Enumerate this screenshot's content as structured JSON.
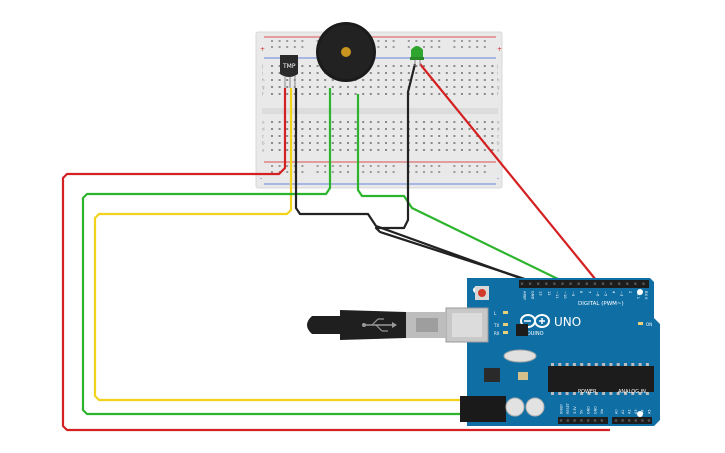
{
  "breadboard": {
    "columns": 30,
    "rows_top": [
      "j",
      "i",
      "h",
      "g",
      "f"
    ],
    "rows_bottom": [
      "e",
      "d",
      "c",
      "b",
      "a"
    ],
    "rail_plus": "+",
    "rail_minus": "-"
  },
  "components": {
    "sensor_label": "TMP",
    "led_color": "#2fa52f",
    "buzzer_color": "#1b1b1b"
  },
  "arduino": {
    "logo": "UNO",
    "brand": "ARDUINO",
    "digital_label": "DIGITAL (PWM~)",
    "power_label": "POWER",
    "analog_label": "ANALOG IN",
    "led_labels": [
      "L",
      "TX",
      "RX"
    ],
    "on_label": "ON",
    "top_pins": [
      "AREF",
      "GND",
      "13",
      "12",
      "~11",
      "~10",
      "~9",
      "8",
      "7",
      "~6",
      "~5",
      "4",
      "~3",
      "2",
      "TX 1",
      "RX 0"
    ],
    "power_pins": [
      "IOREF",
      "RESET",
      "3.3V",
      "5V",
      "GND",
      "GND",
      "Vin"
    ],
    "analog_pins": [
      "A0",
      "A1",
      "A2",
      "A3",
      "A4",
      "A5"
    ],
    "board_color": "#0f6fa5"
  },
  "wires": {
    "red": "#d42020",
    "yellow": "#f2d21b",
    "green": "#2cb52c",
    "black": "#222222"
  }
}
